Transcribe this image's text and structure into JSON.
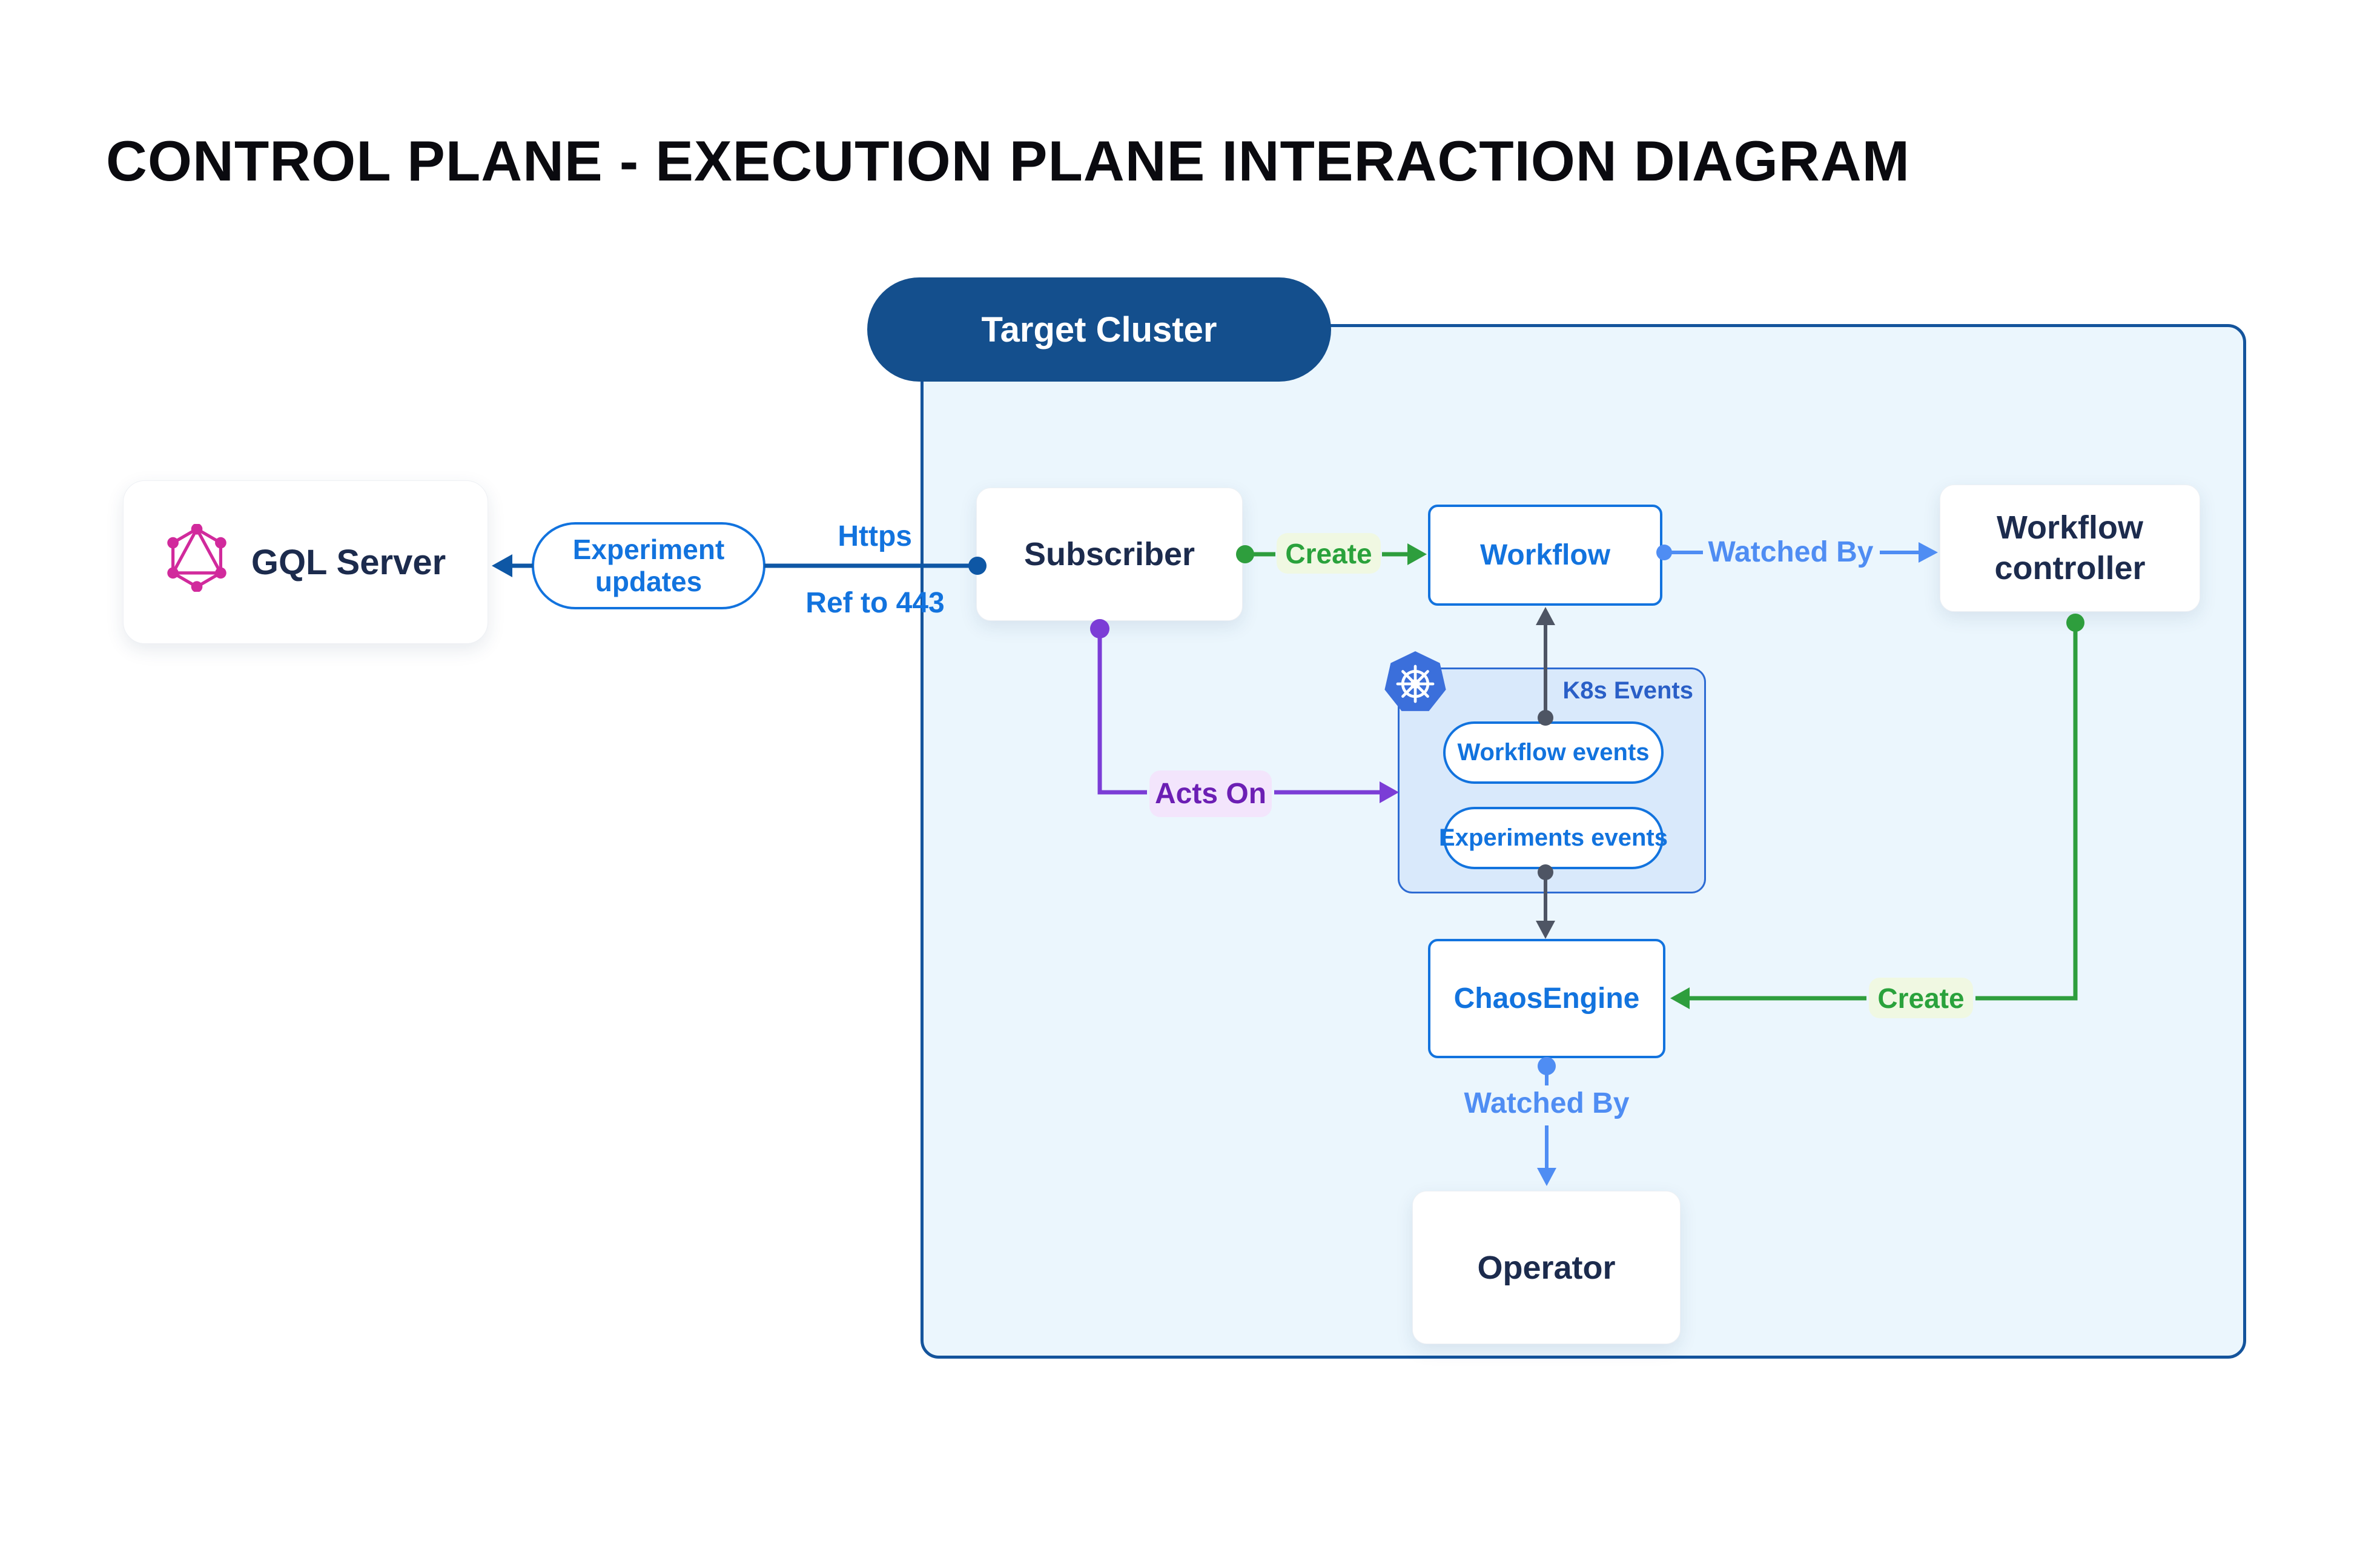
{
  "title": "CONTROL PLANE - EXECUTION PLANE INTERACTION DIAGRAM",
  "cluster": {
    "label": "Target Cluster"
  },
  "nodes": {
    "gql_server": "GQL Server",
    "subscriber": "Subscriber",
    "workflow": "Workflow",
    "workflow_controller": "Workflow controller",
    "chaos_engine": "ChaosEngine",
    "operator": "Operator"
  },
  "k8s_events": {
    "label": "K8s Events",
    "pills": [
      "Workflow events",
      "Experiments events"
    ]
  },
  "edges": {
    "experiment_updates": "Experiment updates",
    "https": "Https",
    "ref_to_443": "Ref to 443",
    "create_top": "Create",
    "create_bottom": "Create",
    "acts_on": "Acts On",
    "watched_by_top": "Watched By",
    "watched_by_bottom": "Watched By"
  },
  "colors": {
    "cluster_fill": "#EBF6FD",
    "cluster_border": "#14549C",
    "target_pill": "#144F8D",
    "primary_blue": "#1273DE",
    "dark_line_blue": "#0E57A5",
    "light_blue": "#4F8DF3",
    "green": "#2E9E3D",
    "green_bg": "#F0F8E2",
    "purple": "#7B3DD6",
    "purple_text": "#6C1FB4",
    "purple_bg": "#F3E5FC",
    "gray_line": "#4E5564",
    "navy_text": "#1C2B4D",
    "k8s_box_fill": "#D9E9FB",
    "k8s_blue": "#3B6FDB",
    "graphql_pink": "#D12A9C"
  }
}
